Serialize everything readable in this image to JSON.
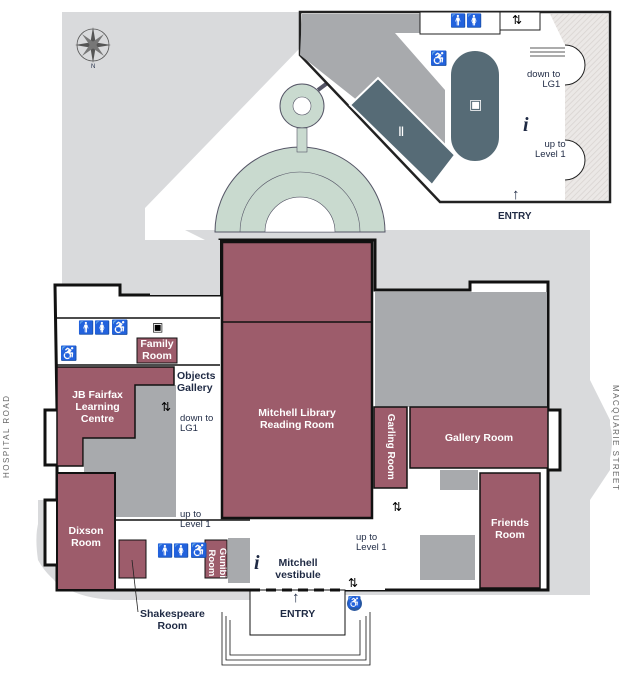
{
  "compass": {
    "north_label": "N"
  },
  "roads": {
    "left": "HOSPITAL ROAD",
    "right": "MACQUARIE STREET"
  },
  "annex": {
    "stairs_down": "down to\nLG1",
    "stairs_up": "up to\nLevel 1",
    "entry": "ENTRY",
    "entry_arrow": "↑",
    "info": "i"
  },
  "rooms": {
    "reading_room": "Mitchell Library\nReading Room",
    "family_room": "Family\nRoom",
    "jb_fairfax": "JB Fairfax\nLearning\nCentre",
    "dixson_room": "Dixson\nRoom",
    "shakespeare_room": "Shakespeare\nRoom",
    "gunibi_room": "Gunibi\nRoom",
    "garling_room": "Garling Room",
    "gallery_room": "Gallery Room",
    "friends_room": "Friends\nRoom",
    "objects_gallery": "Objects\nGallery",
    "vestibule": "Mitchell\nvestibule"
  },
  "main": {
    "west_down": "down to\nLG1",
    "west_up": "up to\nLevel 1",
    "east_up": "up to\nLevel 1",
    "entry": "ENTRY",
    "entry_arrow": "↑",
    "info": "i"
  },
  "icons": {
    "toilets": "🚹🚺",
    "accessible": "♿",
    "lift": "lift-icon",
    "shop": "bag-icon",
    "cafe": "cutlery-icon"
  },
  "colors": {
    "room": "#9d5c6b",
    "service": "#a8aaad",
    "ground": "#d9dadc",
    "cafe": "#566b76",
    "rotunda": "#c9dacf",
    "text": "#1f2a44"
  }
}
